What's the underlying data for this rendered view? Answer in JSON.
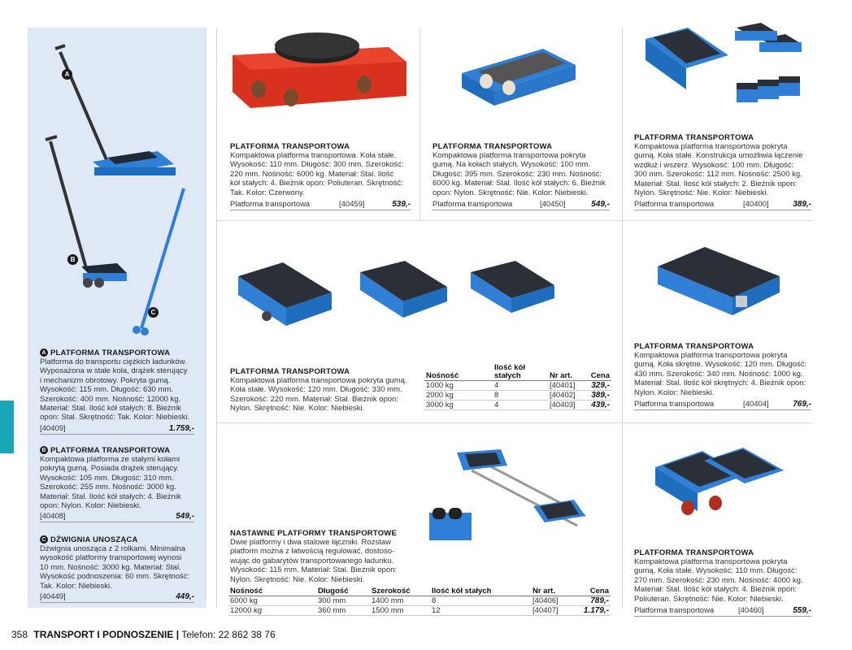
{
  "page_number": "358",
  "footer": {
    "section": "TRANSPORT I PODNOSZENIE",
    "separator": "|",
    "phone": "Telefon: 22 862 38 76"
  },
  "sidebar": {
    "labels": {
      "a": "A",
      "b": "B",
      "c": "C"
    },
    "items": [
      {
        "badge": "A",
        "title": "PLATFORMA TRANSPORTOWA",
        "desc": [
          "Platforma do transportu ciężkich ładunków.",
          "Wyposażona w stałe koła, drążek sterujący",
          "i mechanizm obrotowy. Pokryta gumą.",
          "Wysokość: 115 mm. Długość: 630 mm.",
          "Szerokość: 400 mm. Nośność: 12000 kg.",
          "Materiał: Stal. Ilość kół stałych: 8. Bieżnik",
          "opon: Stal. Skrętność: Tak. Kolor: Niebieski."
        ],
        "code": "[40409]",
        "price": "1.759,-"
      },
      {
        "badge": "B",
        "title": "PLATFORMA TRANSPORTOWA",
        "desc": [
          "Kompaktowa platforma ze stałymi kołami",
          "pokrytą gumą. Posiada drążek sterujący.",
          "Wysokość: 105 mm. Długość: 310 mm.",
          "Szerokość: 255 mm. Nośność: 3000 kg.",
          "Materiał: Stal. Ilość kół stałych: 4. Bieżnik",
          "opon: Nylon. Kolor: Niebieski."
        ],
        "code": "[40408]",
        "price": "549,-"
      },
      {
        "badge": "C",
        "title": "DŹWIGNIA UNOSZĄCA",
        "desc": [
          "Dźwignia unosząca z 2 rolkami. Minimalna",
          "wysokość platformy transportowej wynosi",
          "10 mm. Nośność: 3000 kg. Materiał: Stal.",
          "Wysokość podnoszenia: 60 mm. Skrętność:",
          "Tak. Kolor: Niebieski."
        ],
        "code": "[40449]",
        "price": "449,-"
      }
    ]
  },
  "products": {
    "p1": {
      "title": "PLATFORMA TRANSPORTOWA",
      "desc": [
        "Kompaktowa platforma transportowa. Koła stałe.",
        "Wysokość: 110 mm. Długość: 300 mm. Szerokość:",
        "220 mm. Nośność: 6000 kg. Materiał: Stal. Ilość",
        "kół stałych: 4. Bieżnik opon: Poliuteran. Skrętność:",
        "Tak. Kolor: Czerwony."
      ],
      "name": "Platforma transportowa",
      "code": "[40459]",
      "price": "539,-"
    },
    "p2": {
      "title": "PLATFORMA TRANSPORTOWA",
      "desc": [
        "Kompaktowa platforma transportowa pokryta",
        "gumą. Na kołach stałych. Wysokość: 100 mm.",
        "Długość: 395 mm. Szerokość: 230 mm. Nośność:",
        "6000 kg. Materiał: Stal. Ilość kół stałych: 6. Bieżnik",
        "opon: Nylon. Skrętność: Nie. Kolor: Niebieski."
      ],
      "name": "Platforma transportowa",
      "code": "[40450]",
      "price": "549,-"
    },
    "p3": {
      "title": "PLATFORMA TRANSPORTOWA",
      "desc": [
        "Kompaktowa platforma transportowa pokryta",
        "gumą. Koła stałe. Konstrukcja umożliwia łączenie",
        "wzdłuż i wszerz. Wysokość: 100 mm. Długość:",
        "300 mm. Szerokość: 112 mm. Nośność: 2500 kg.",
        "Materiał: Stal. Ilość kół stałych: 2. Bieżnik opon:",
        "Nylon. Skrętność: Nie. Kolor: Niebieski."
      ],
      "name": "Platforma transportowa",
      "code": "[40400]",
      "price": "389,-"
    },
    "p4": {
      "title": "PLATFORMA TRANSPORTOWA",
      "desc": [
        "Kompaktowa platforma transportowa pokryta gumą.",
        "Koła stałe. Wysokość: 120 mm. Długość: 330 mm.",
        "Szerokość: 220 mm. Materiał: Stal. Bieżnik opon:",
        "Nylon. Skrętność: Nie. Kolor: Niebieski."
      ],
      "table": {
        "headers": [
          "Nośność",
          "Ilość kół stałych",
          "Nr art.",
          "Cena"
        ],
        "rows": [
          [
            "1000 kg",
            "4",
            "[40401]",
            "329,-"
          ],
          [
            "2000 kg",
            "8",
            "[40402]",
            "389,-"
          ],
          [
            "3000 kg",
            "4",
            "[40403]",
            "439,-"
          ]
        ]
      }
    },
    "p5": {
      "title": "PLATFORMA TRANSPORTOWA",
      "desc": [
        "Kompaktowa platforma transportowa pokryta",
        "gumą. Koła skrętne. Wysokość: 120 mm. Długość:",
        "430 mm. Szerokość: 340 mm. Nośność: 1000 kg.",
        "Materiał: Stal. Ilość kół skrętnych: 4. Bieżnik opon:",
        "Nylon. Kolor: Niebieski."
      ],
      "name": "Platforma transportowa",
      "code": "[40404]",
      "price": "769,-"
    },
    "p6": {
      "title": "NASTAWNE PLATFORMY TRANSPORTOWE",
      "desc": [
        "Dwie platformy i dwa stalowe łączniki. Rozstaw",
        "platform można z łatwością regulować, dostoso-",
        "wując do gabarytów transportowanego ładunku.",
        "Wysokość: 115 mm. Materiał: Stal. Bieżnik opon:",
        "Nylon. Skrętność: Nie. Kolor: Niebieski."
      ],
      "table": {
        "headers": [
          "Nośność",
          "Długość",
          "Szerokość",
          "Ilość kół stałych",
          "Nr art.",
          "Cena"
        ],
        "rows": [
          [
            "6000 kg",
            "300 mm",
            "1400 mm",
            "8",
            "[40406]",
            "789,-"
          ],
          [
            "12000 kg",
            "360 mm",
            "1500 mm",
            "12",
            "[40407]",
            "1.179,-"
          ]
        ]
      }
    },
    "p7": {
      "title": "PLATFORMA TRANSPORTOWA",
      "desc": [
        "Kompaktowa platforma transportowa pokryta",
        "gumą. Koła stałe. Wysokość: 110 mm. Długość:",
        "270 mm. Szerokość: 230 mm. Nośność: 4000 kg.",
        "Materiał: Stal. Ilość kół stałych: 4. Bieżnik opon:",
        "Poliuteran. Skrętność: Nie. Kolor: Niebieski."
      ],
      "name": "Platforma transportowa",
      "code": "[40460]",
      "price": "559,-"
    }
  },
  "colors": {
    "blue": "#2f7fd6",
    "red": "#d8321e",
    "teal": "#1aa6b7",
    "sidebar_bg": "#dfe9f5"
  }
}
